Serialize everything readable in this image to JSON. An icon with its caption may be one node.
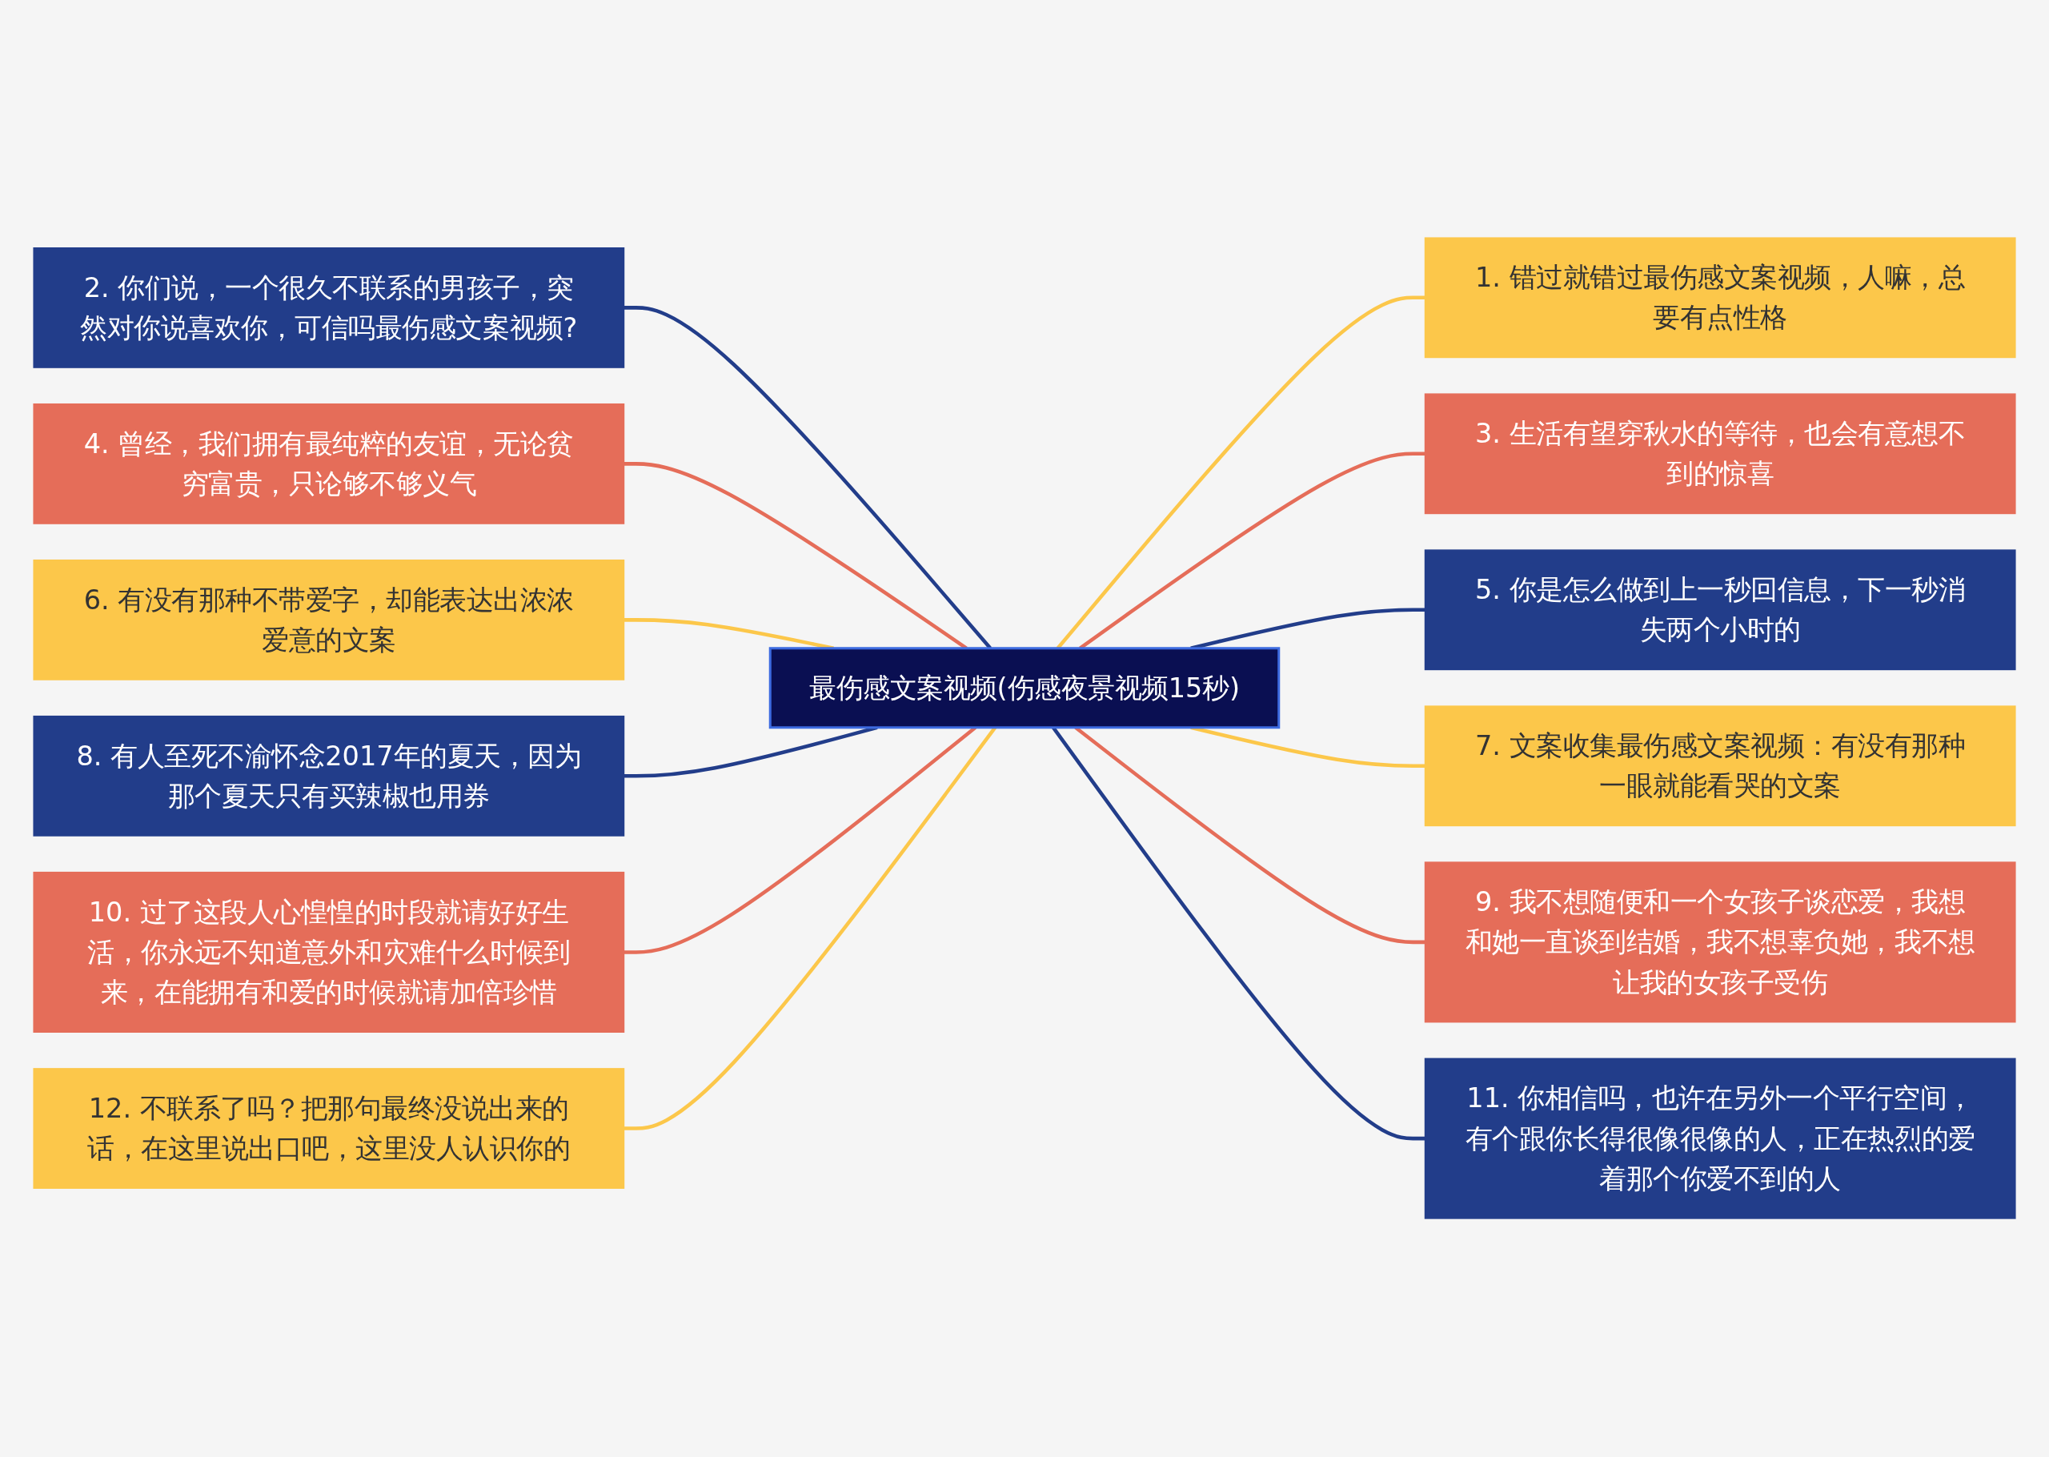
{
  "diagram": {
    "nodes": [
      {
        "text": [
          "最伤感文案视频(伤感夜景视频15秒)"
        ]
      },
      {
        "text": [
          "1. 错过就错过最伤感文案视频，人嘛，总要有点性格"
        ]
      },
      {
        "text": [
          "2. 你们说，一个很久不联系的男孩子，突然对你说喜欢你，可信吗最伤感文案视频?"
        ]
      },
      {
        "text": [
          "3. 生活有望穿秋水的等待，也会有意想不到的惊喜"
        ]
      },
      {
        "text": [
          "4. 曾经，我们拥有最纯粹的友谊，无论贫穷富贵，只论够不够义气"
        ]
      },
      {
        "text": [
          "5. 你是怎么做到上一秒回信息，下一秒消失两个小时的"
        ]
      },
      {
        "text": [
          "6. 有没有那种不带爱字，却能表达出浓浓爱意的文案"
        ]
      },
      {
        "text": [
          "7. 文案收集最伤感文案视频：有没有那种一眼就能看哭的文案"
        ]
      },
      {
        "text": [
          "8. 有人至死不渝怀念2017年的夏天，因为那个夏天只有买辣椒也用券"
        ]
      },
      {
        "text": [
          "9. 我不想随便和一个女孩子谈恋爱，我想和她一直谈到结婚，我不想辜负她，我不想让我的女孩子受伤"
        ]
      },
      {
        "text": [
          "10. 过了这段人心惶惶的时段就请好好生活，你永远不知道意外和灾难什么时候到来，在能拥有和爱的时候就请加倍珍惜"
        ]
      },
      {
        "text": [
          "11. 你相信吗，也许在另外一个平行空间，有个跟你长得很像很像的人，正在热烈的爱着那个你爱不到的人"
        ]
      },
      {
        "text": [
          "12. 不联系了吗？把那句最终没说出来的话，在这里说出口吧，这里没人认识你的"
        ]
      }
    ],
    "edges": [
      {
        "from": 0,
        "to": 1,
        "arrow": "none",
        "color": "#fcc74a"
      },
      {
        "from": 0,
        "to": 2,
        "arrow": "none",
        "color": "#223d8a"
      },
      {
        "from": 0,
        "to": 3,
        "arrow": "none",
        "color": "#e56d59"
      },
      {
        "from": 0,
        "to": 4,
        "arrow": "none",
        "color": "#e56d59"
      },
      {
        "from": 0,
        "to": 5,
        "arrow": "none",
        "color": "#223d8a"
      },
      {
        "from": 0,
        "to": 6,
        "arrow": "none",
        "color": "#fcc74a"
      },
      {
        "from": 0,
        "to": 7,
        "arrow": "none",
        "color": "#fcc74a"
      },
      {
        "from": 0,
        "to": 8,
        "arrow": "none",
        "color": "#223d8a"
      },
      {
        "from": 0,
        "to": 9,
        "arrow": "none",
        "color": "#e56d59"
      },
      {
        "from": 0,
        "to": 10,
        "arrow": "none",
        "color": "#e56d59"
      },
      {
        "from": 0,
        "to": 11,
        "arrow": "none",
        "color": "#223d8a"
      },
      {
        "from": 0,
        "to": 12,
        "arrow": "none",
        "color": "#fcc74a"
      }
    ]
  }
}
